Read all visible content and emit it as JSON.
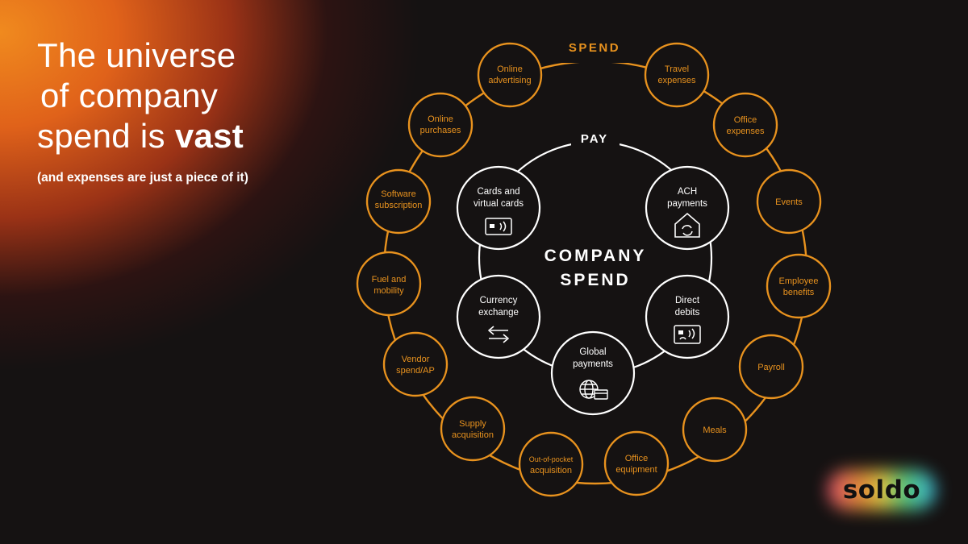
{
  "headline": {
    "line1": "The universe",
    "line2": "of  company",
    "line3_plain": "spend is ",
    "line3_bold": "vast",
    "subtitle": "(and expenses are just a piece of it)"
  },
  "diagram": {
    "outer_label": "SPEND",
    "inner_label": "PAY",
    "center_line1": "COMPANY",
    "center_line2": "SPEND",
    "accent": "#e8921e",
    "pay_items": [
      {
        "id": "cards",
        "line1": "Cards and",
        "line2": "virtual cards",
        "icon": "card-contactless-icon"
      },
      {
        "id": "ach",
        "line1": "ACH",
        "line2": "payments",
        "icon": "bank-house-icon"
      },
      {
        "id": "direct",
        "line1": "Direct",
        "line2": "debits",
        "icon": "direct-debit-icon"
      },
      {
        "id": "global",
        "line1": "Global",
        "line2": "payments",
        "icon": "globe-card-icon"
      },
      {
        "id": "currency",
        "line1": "Currency",
        "line2": "exchange",
        "icon": "exchange-arrows-icon"
      }
    ],
    "spend_items": [
      {
        "id": "online-advertising",
        "line1": "Online",
        "line2": "advertising"
      },
      {
        "id": "travel-expenses",
        "line1": "Travel",
        "line2": "expenses"
      },
      {
        "id": "office-expenses",
        "line1": "Office",
        "line2": "expenses"
      },
      {
        "id": "events",
        "line1": "Events",
        "line2": ""
      },
      {
        "id": "employee-benefits",
        "line1": "Employee",
        "line2": "benefits"
      },
      {
        "id": "payroll",
        "line1": "Payroll",
        "line2": ""
      },
      {
        "id": "meals",
        "line1": "Meals",
        "line2": ""
      },
      {
        "id": "office-equipment",
        "line1": "Office",
        "line2": "equipment"
      },
      {
        "id": "out-of-pocket",
        "line1": "Out-of-pocket",
        "line2": "acquisition"
      },
      {
        "id": "supply-acquisition",
        "line1": "Supply",
        "line2": "acquisition"
      },
      {
        "id": "vendor-spend",
        "line1": "Vendor",
        "line2": "spend/AP"
      },
      {
        "id": "fuel-mobility",
        "line1": "Fuel and",
        "line2": "mobility"
      },
      {
        "id": "software-subscription",
        "line1": "Software",
        "line2": "subscription"
      },
      {
        "id": "online-purchases",
        "line1": "Online",
        "line2": "purchases"
      }
    ]
  },
  "logo": {
    "text": "soldo"
  }
}
